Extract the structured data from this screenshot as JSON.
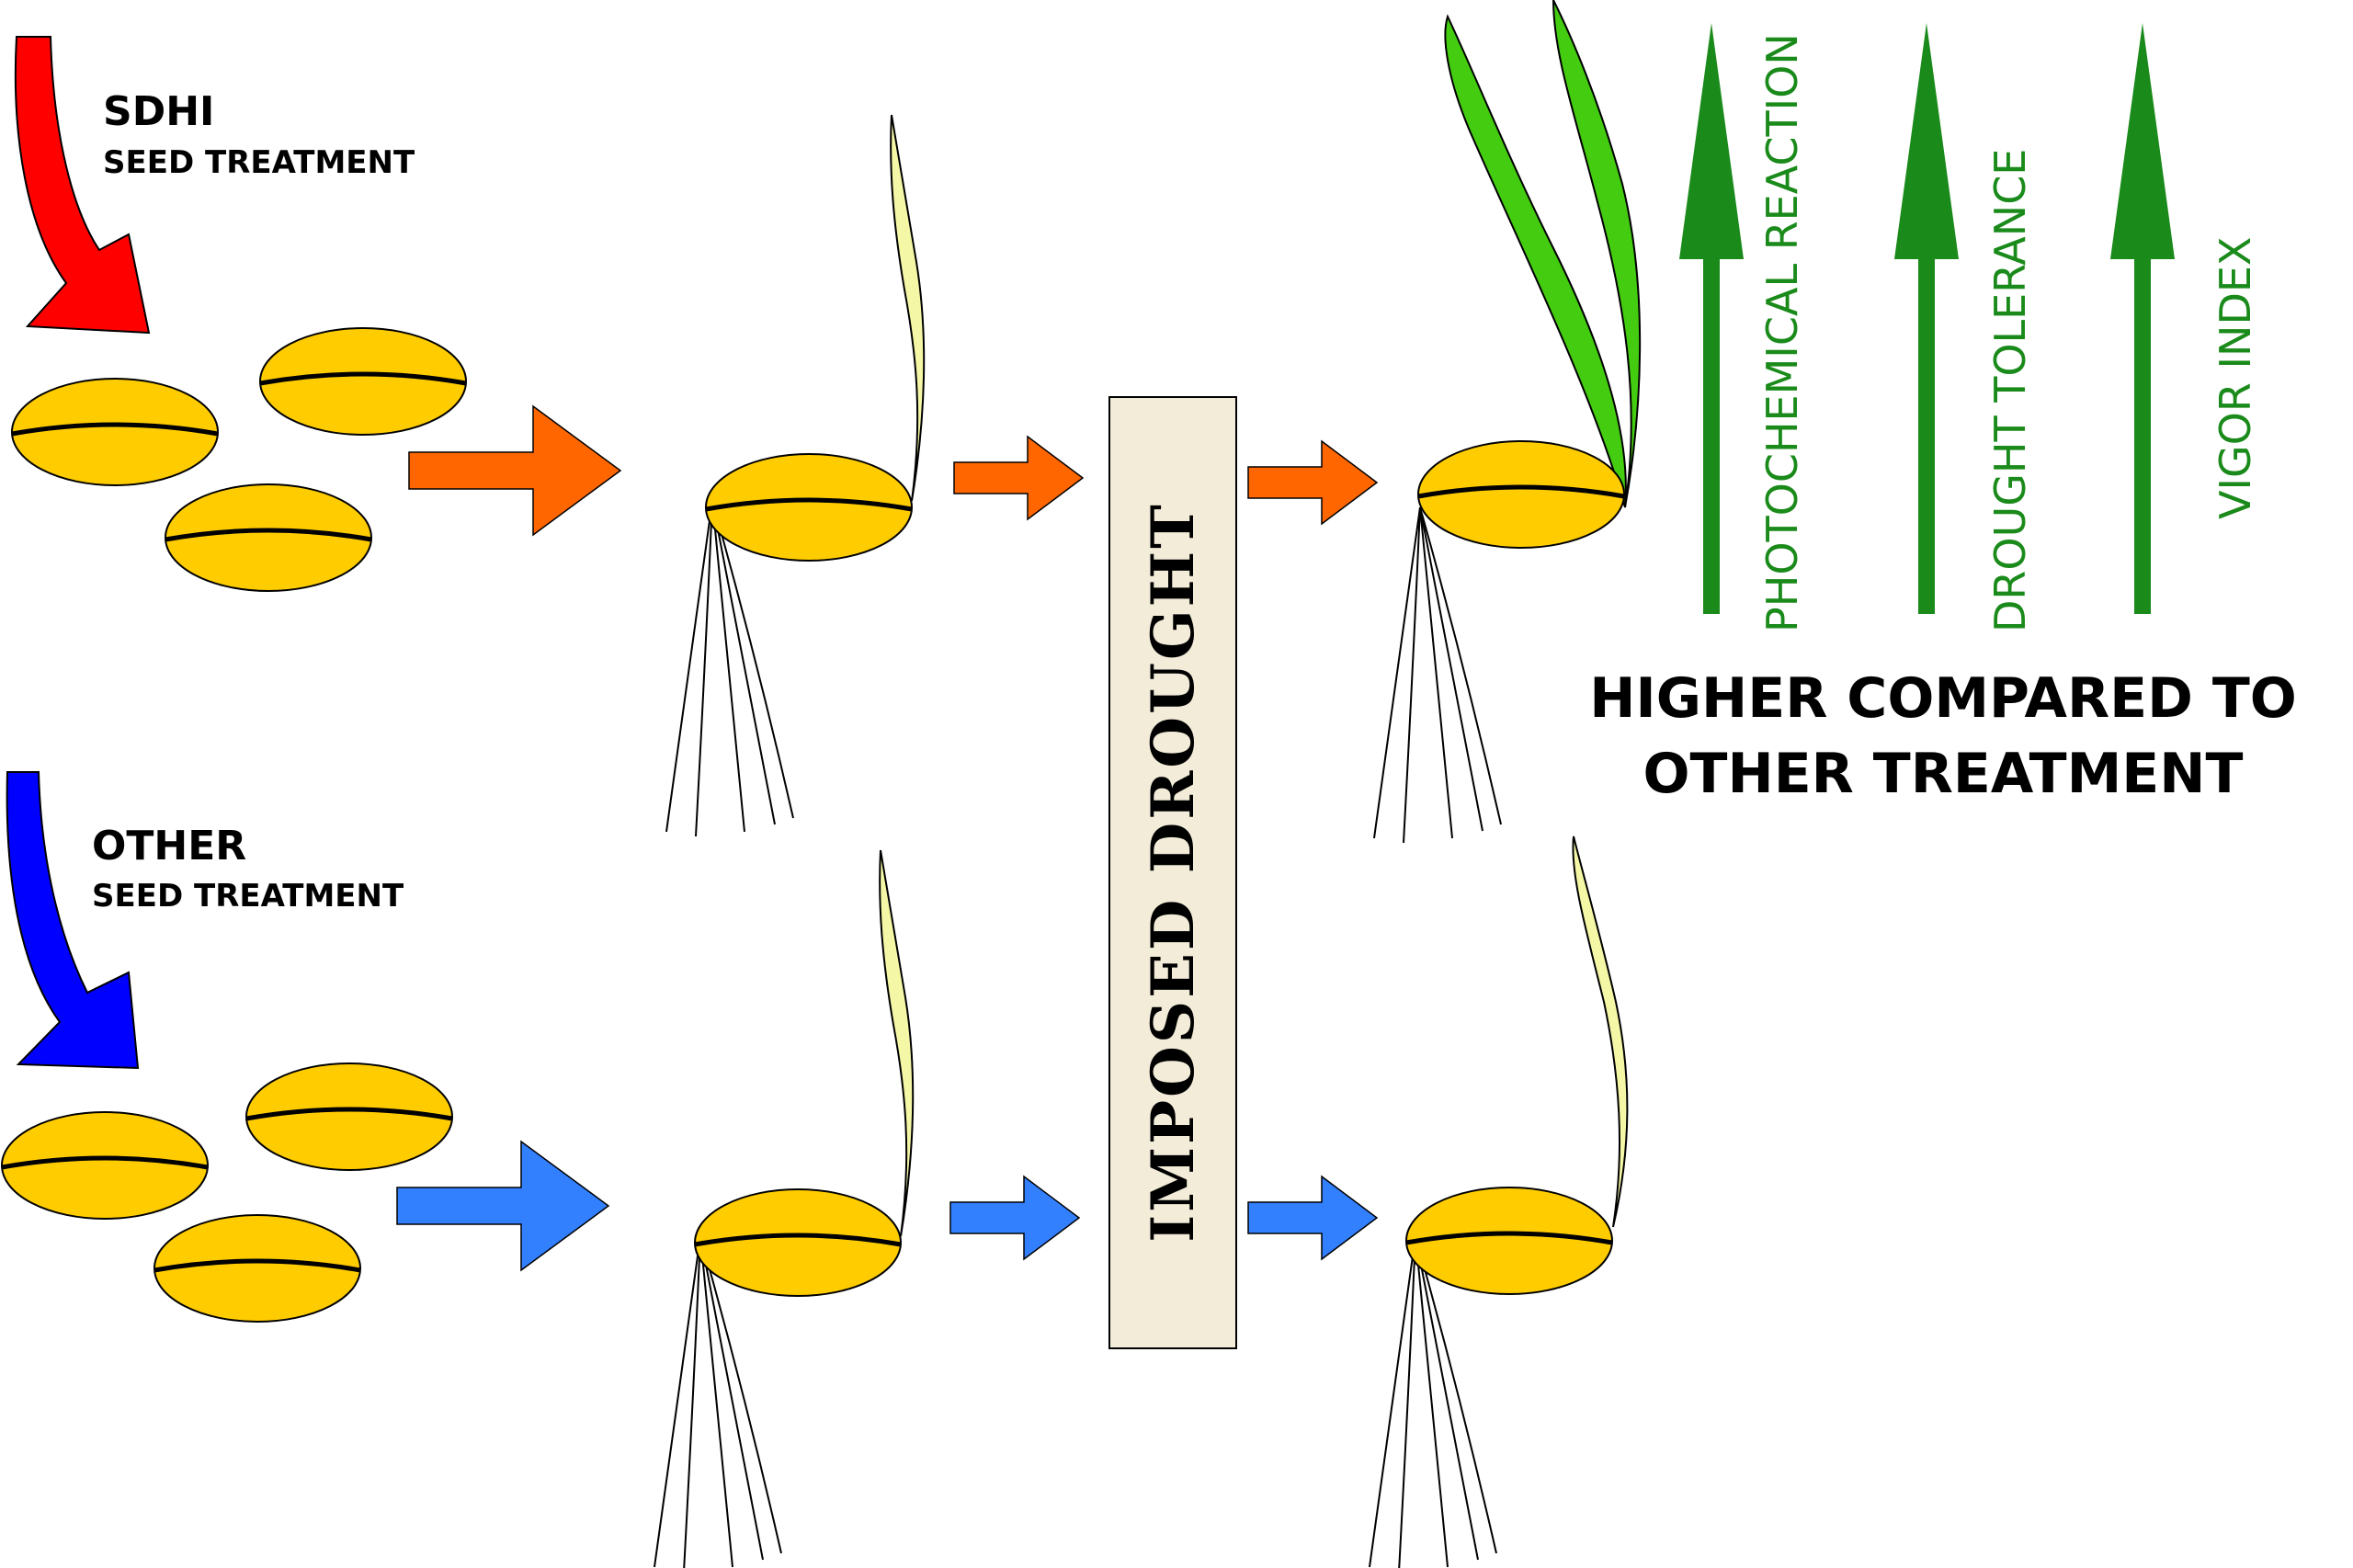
{
  "groups": {
    "sdhi": {
      "title": "SDHI",
      "subtitle": "SEED TREATMENT"
    },
    "other": {
      "title": "OTHER",
      "subtitle": "SEED TREATMENT"
    }
  },
  "drought_label": "IMPOSED DROUGHT",
  "indicators": [
    {
      "label": "PHOTOCHEMICAL REACTION"
    },
    {
      "label": "DROUGHT TOLERANCE"
    },
    {
      "label": "VIGOR INDEX"
    }
  ],
  "result": {
    "line1": "HIGHER COMPARED TO",
    "line2": "OTHER TREATMENT"
  },
  "colors": {
    "sdhi_arrow": "#ff0000",
    "other_arrow": "#0000ff",
    "flow_arrow_top": "#ff6600",
    "flow_arrow_bottom": "#3380ff",
    "seed_fill": "#ffcc00",
    "pale_shoot": "#f4f7a6",
    "green_leaf": "#44cc11",
    "indicator_green": "#1a8a1a",
    "drought_box": "#f2ecd8"
  }
}
